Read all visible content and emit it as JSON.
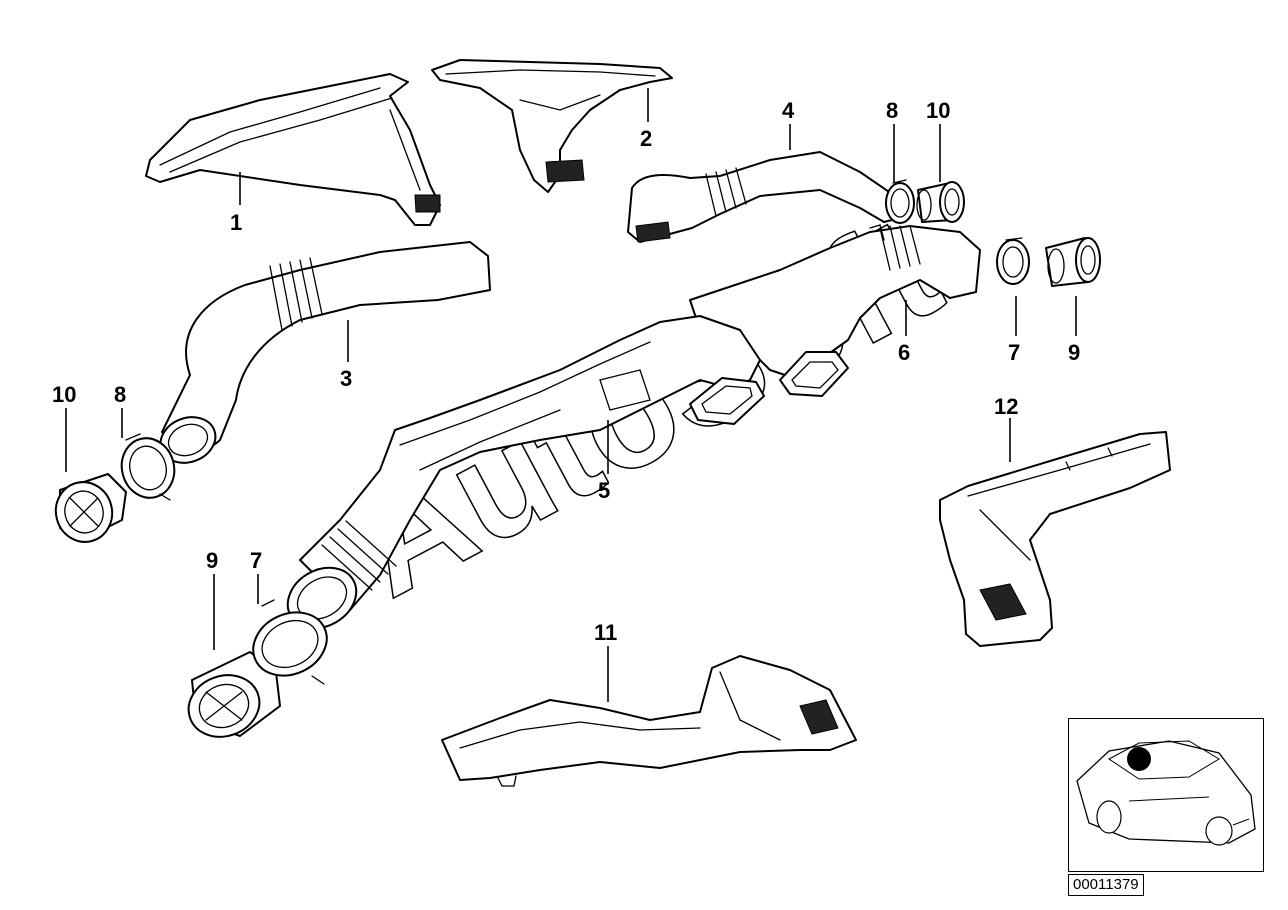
{
  "diagram": {
    "watermark": "AutoSoft",
    "reference_code": "00011379",
    "callouts": {
      "c1": "1",
      "c2": "2",
      "c3": "3",
      "c4": "4",
      "c5": "5",
      "c6": "6",
      "c7a": "7",
      "c7b": "7",
      "c8a": "8",
      "c8b": "8",
      "c9a": "9",
      "c9b": "9",
      "c10a": "10",
      "c10b": "10",
      "c11": "11",
      "c12": "12"
    },
    "colors": {
      "line": "#000000",
      "background": "#ffffff"
    },
    "inset_icon": "car-location-icon"
  }
}
